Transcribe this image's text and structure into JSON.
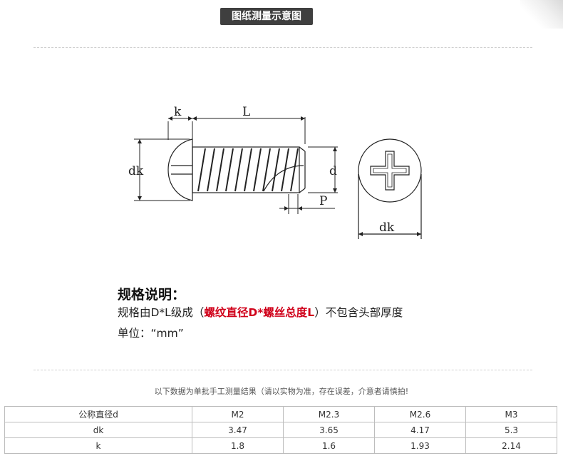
{
  "header": {
    "title": "图纸测量示意图"
  },
  "diagram": {
    "labels": {
      "k": "k",
      "L": "L",
      "dk_side": "dk",
      "d": "d",
      "P": "P",
      "dk_head": "dk"
    }
  },
  "spec": {
    "heading": "规格说明：",
    "line_prefix": "规格由D*L级成（",
    "line_highlight": "螺纹直径D*螺丝总度L",
    "line_suffix": "）不包含头部厚度",
    "unit": "单位：“mm”"
  },
  "note": "以下数据为单批手工测量结果（请以实物为准，存在误差，介意者请慎拍!",
  "table": {
    "rows": [
      [
        "公称直径d",
        "M2",
        "M2.3",
        "M2.6",
        "M3"
      ],
      [
        "dk",
        "3.47",
        "3.65",
        "4.17",
        "5.3"
      ],
      [
        "k",
        "1.8",
        "1.6",
        "1.93",
        "2.14"
      ]
    ]
  },
  "colors": {
    "badge_bg": "#3f3f3f",
    "highlight": "#d0021b"
  }
}
